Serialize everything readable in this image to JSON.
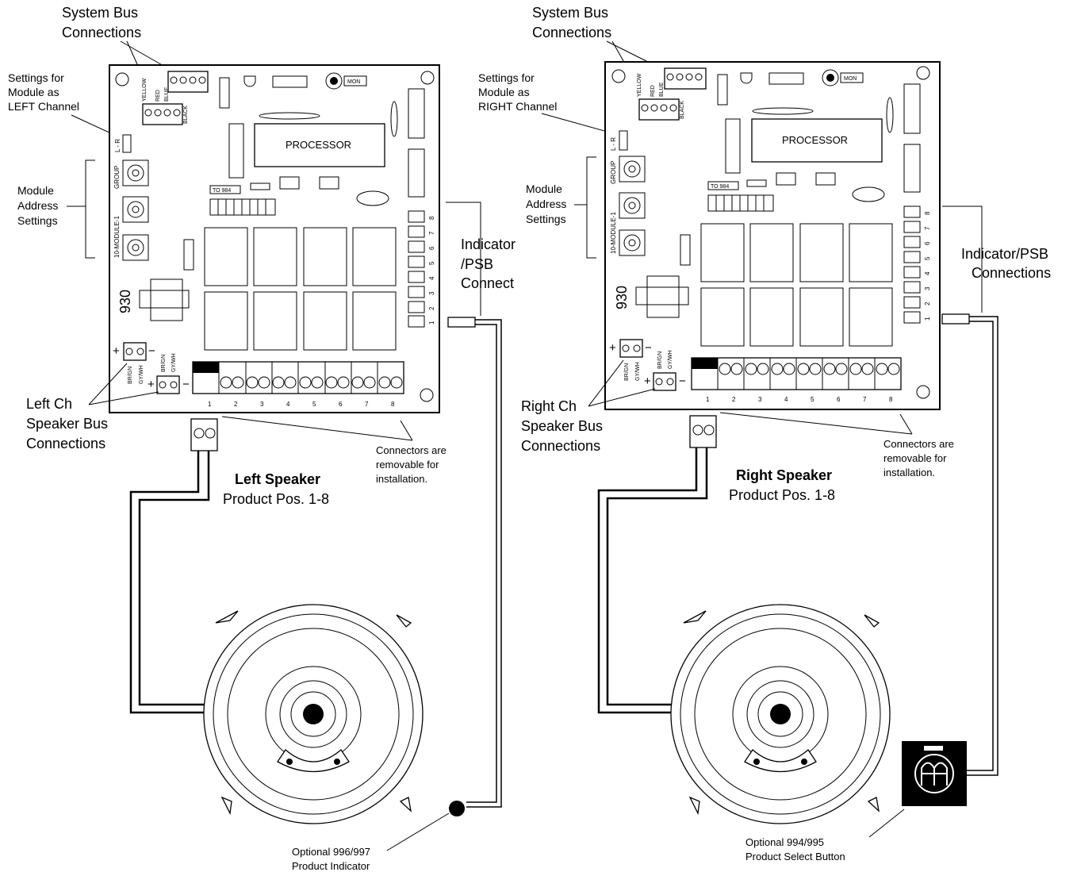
{
  "left": {
    "system_bus": [
      "System Bus",
      "Connections"
    ],
    "settings": [
      "Settings for",
      "Module as",
      "LEFT Channel"
    ],
    "channel_select": "L - R",
    "module_address": [
      "Module",
      "Address",
      "Settings"
    ],
    "processor": "PROCESSOR",
    "mon": "MON",
    "to984": "TO 984",
    "wire_colors": [
      "YELLOW",
      "RED",
      "BLUE",
      "BLACK"
    ],
    "switch_labels": [
      "GROUP",
      "10-MODULE-1"
    ],
    "model": "930",
    "indicator": [
      "Indicator",
      "/PSB",
      "Connect"
    ],
    "speaker_bus": [
      "Left Ch",
      "Speaker Bus",
      "Connections"
    ],
    "pin_labels": [
      "BR/GN",
      "GY/WH"
    ],
    "connectors_note": [
      "Connectors are",
      "removable for",
      "installation."
    ],
    "speaker_title": "Left Speaker",
    "speaker_sub": "Product Pos. 1-8",
    "optional": [
      "Optional 996/997",
      "Product Indicator"
    ],
    "positions": [
      "1",
      "2",
      "3",
      "4",
      "5",
      "6",
      "7",
      "8"
    ]
  },
  "right": {
    "system_bus": [
      "System Bus",
      "Connections"
    ],
    "settings": [
      "Settings for",
      "Module as",
      "RIGHT Channel"
    ],
    "channel_select": "L - R",
    "module_address": [
      "Module",
      "Address",
      "Settings"
    ],
    "processor": "PROCESSOR",
    "mon": "MON",
    "to984": "TO 984",
    "wire_colors": [
      "YELLOW",
      "RED",
      "BLUE",
      "BLACK"
    ],
    "switch_labels": [
      "GROUP",
      "10-MODULE-1"
    ],
    "model": "930",
    "indicator": [
      "Indicator/PSB",
      "Connections"
    ],
    "speaker_bus": [
      "Right Ch",
      "Speaker Bus",
      "Connections"
    ],
    "pin_labels": [
      "BR/GN",
      "GY/WH"
    ],
    "connectors_note": [
      "Connectors are",
      "removable for",
      "installation."
    ],
    "speaker_title": "Right Speaker",
    "speaker_sub": "Product Pos. 1-8",
    "optional": [
      "Optional 994/995",
      "Product Select Button"
    ],
    "positions": [
      "1",
      "2",
      "3",
      "4",
      "5",
      "6",
      "7",
      "8"
    ]
  }
}
